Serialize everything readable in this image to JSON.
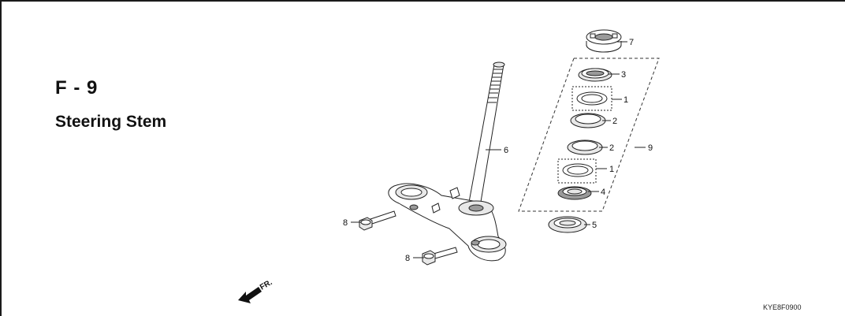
{
  "header": {
    "code": "F - 9",
    "title": "Steering Stem"
  },
  "footer": {
    "reference": "KYE8F0900"
  },
  "direction": {
    "label": "FR."
  },
  "callouts": {
    "c7": "7",
    "c3": "3",
    "c1a": "1",
    "c2a": "2",
    "c6": "6",
    "c2b": "2",
    "c9": "9",
    "c1b": "1",
    "c4": "4",
    "c5": "5",
    "c8a": "8",
    "c8b": "8"
  }
}
